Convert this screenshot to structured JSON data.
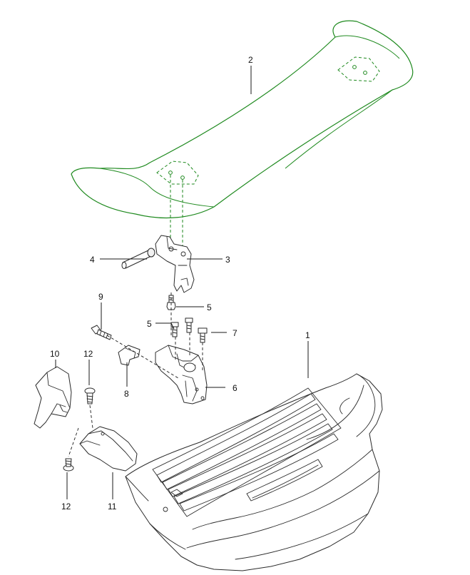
{
  "callouts": {
    "c1": "1",
    "c2": "2",
    "c3": "3",
    "c4": "4",
    "c5a": "5",
    "c5b": "5",
    "c6": "6",
    "c7": "7",
    "c8": "8",
    "c9": "9",
    "c10": "10",
    "c11": "11",
    "c12a": "12",
    "c12b": "12"
  },
  "colors": {
    "highlight": "#1f8a1f",
    "line": "#2a2a2a"
  }
}
